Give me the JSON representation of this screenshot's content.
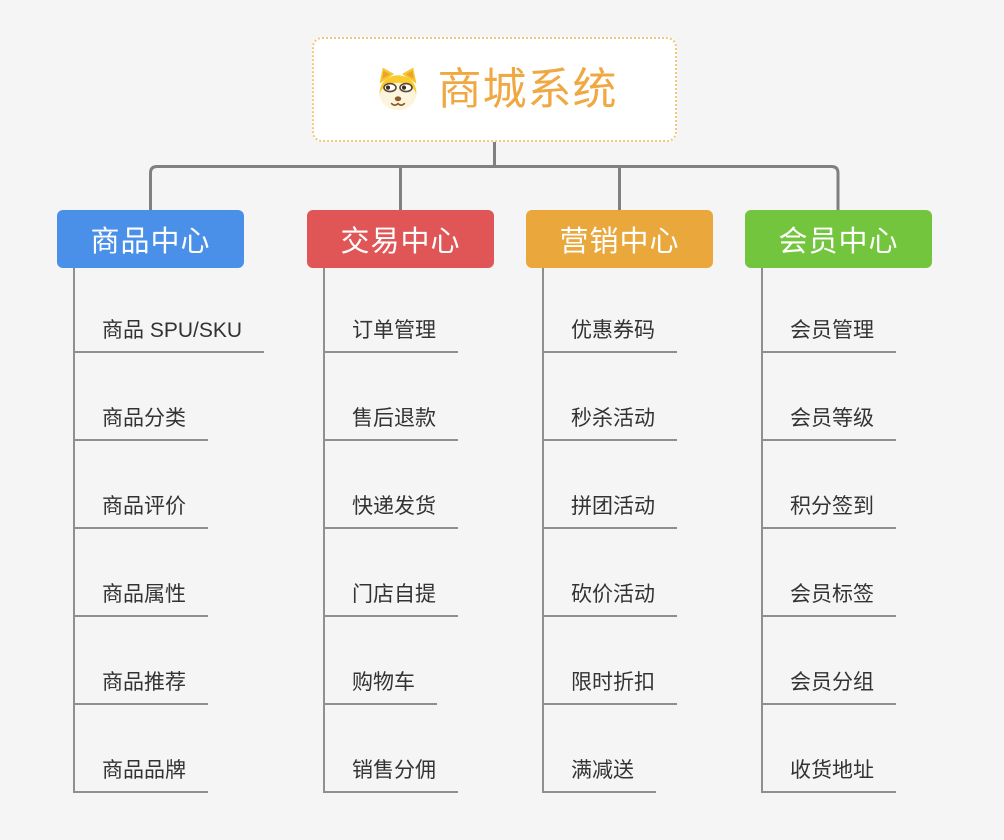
{
  "root": {
    "title": "商城系统",
    "icon": "dog-face-icon",
    "title_color": "#efa842",
    "border_color": "#f1c97d"
  },
  "connector_color": "#808080",
  "branches": [
    {
      "label": "商品中心",
      "color": "#4a90e8",
      "children": [
        "商品 SPU/SKU",
        "商品分类",
        "商品评价",
        "商品属性",
        "商品推荐",
        "商品品牌"
      ]
    },
    {
      "label": "交易中心",
      "color": "#e05657",
      "children": [
        "订单管理",
        "售后退款",
        "快递发货",
        "门店自提",
        "购物车",
        "销售分佣"
      ]
    },
    {
      "label": "营销中心",
      "color": "#eaa83c",
      "children": [
        "优惠券码",
        "秒杀活动",
        "拼团活动",
        "砍价活动",
        "限时折扣",
        "满减送"
      ]
    },
    {
      "label": "会员中心",
      "color": "#72c53c",
      "children": [
        "会员管理",
        "会员等级",
        "积分签到",
        "会员标签",
        "会员分组",
        "收货地址"
      ]
    }
  ]
}
